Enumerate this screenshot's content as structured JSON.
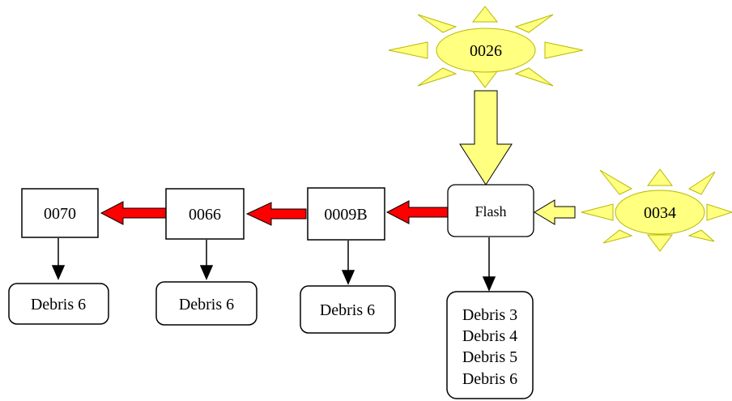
{
  "sources": [
    {
      "id": "burst-0026",
      "label": "0026"
    },
    {
      "id": "burst-0034",
      "label": "0034"
    }
  ],
  "nodes": {
    "flash": "Flash",
    "n0009b": "0009B",
    "n0066": "0066",
    "n0070": "0070"
  },
  "debris": {
    "flash": [
      "Debris 3",
      "Debris 4",
      "Debris 5",
      "Debris 6"
    ],
    "n0009b": "Debris 6",
    "n0066": "Debris 6",
    "n0070": "Debris 6"
  },
  "colors": {
    "burst_fill": "#ffff80",
    "burst_stroke": "#b8b800",
    "yellow_arrow_fill": "#ffff80",
    "red_arrow_fill": "#ff0000",
    "line": "#000000"
  }
}
